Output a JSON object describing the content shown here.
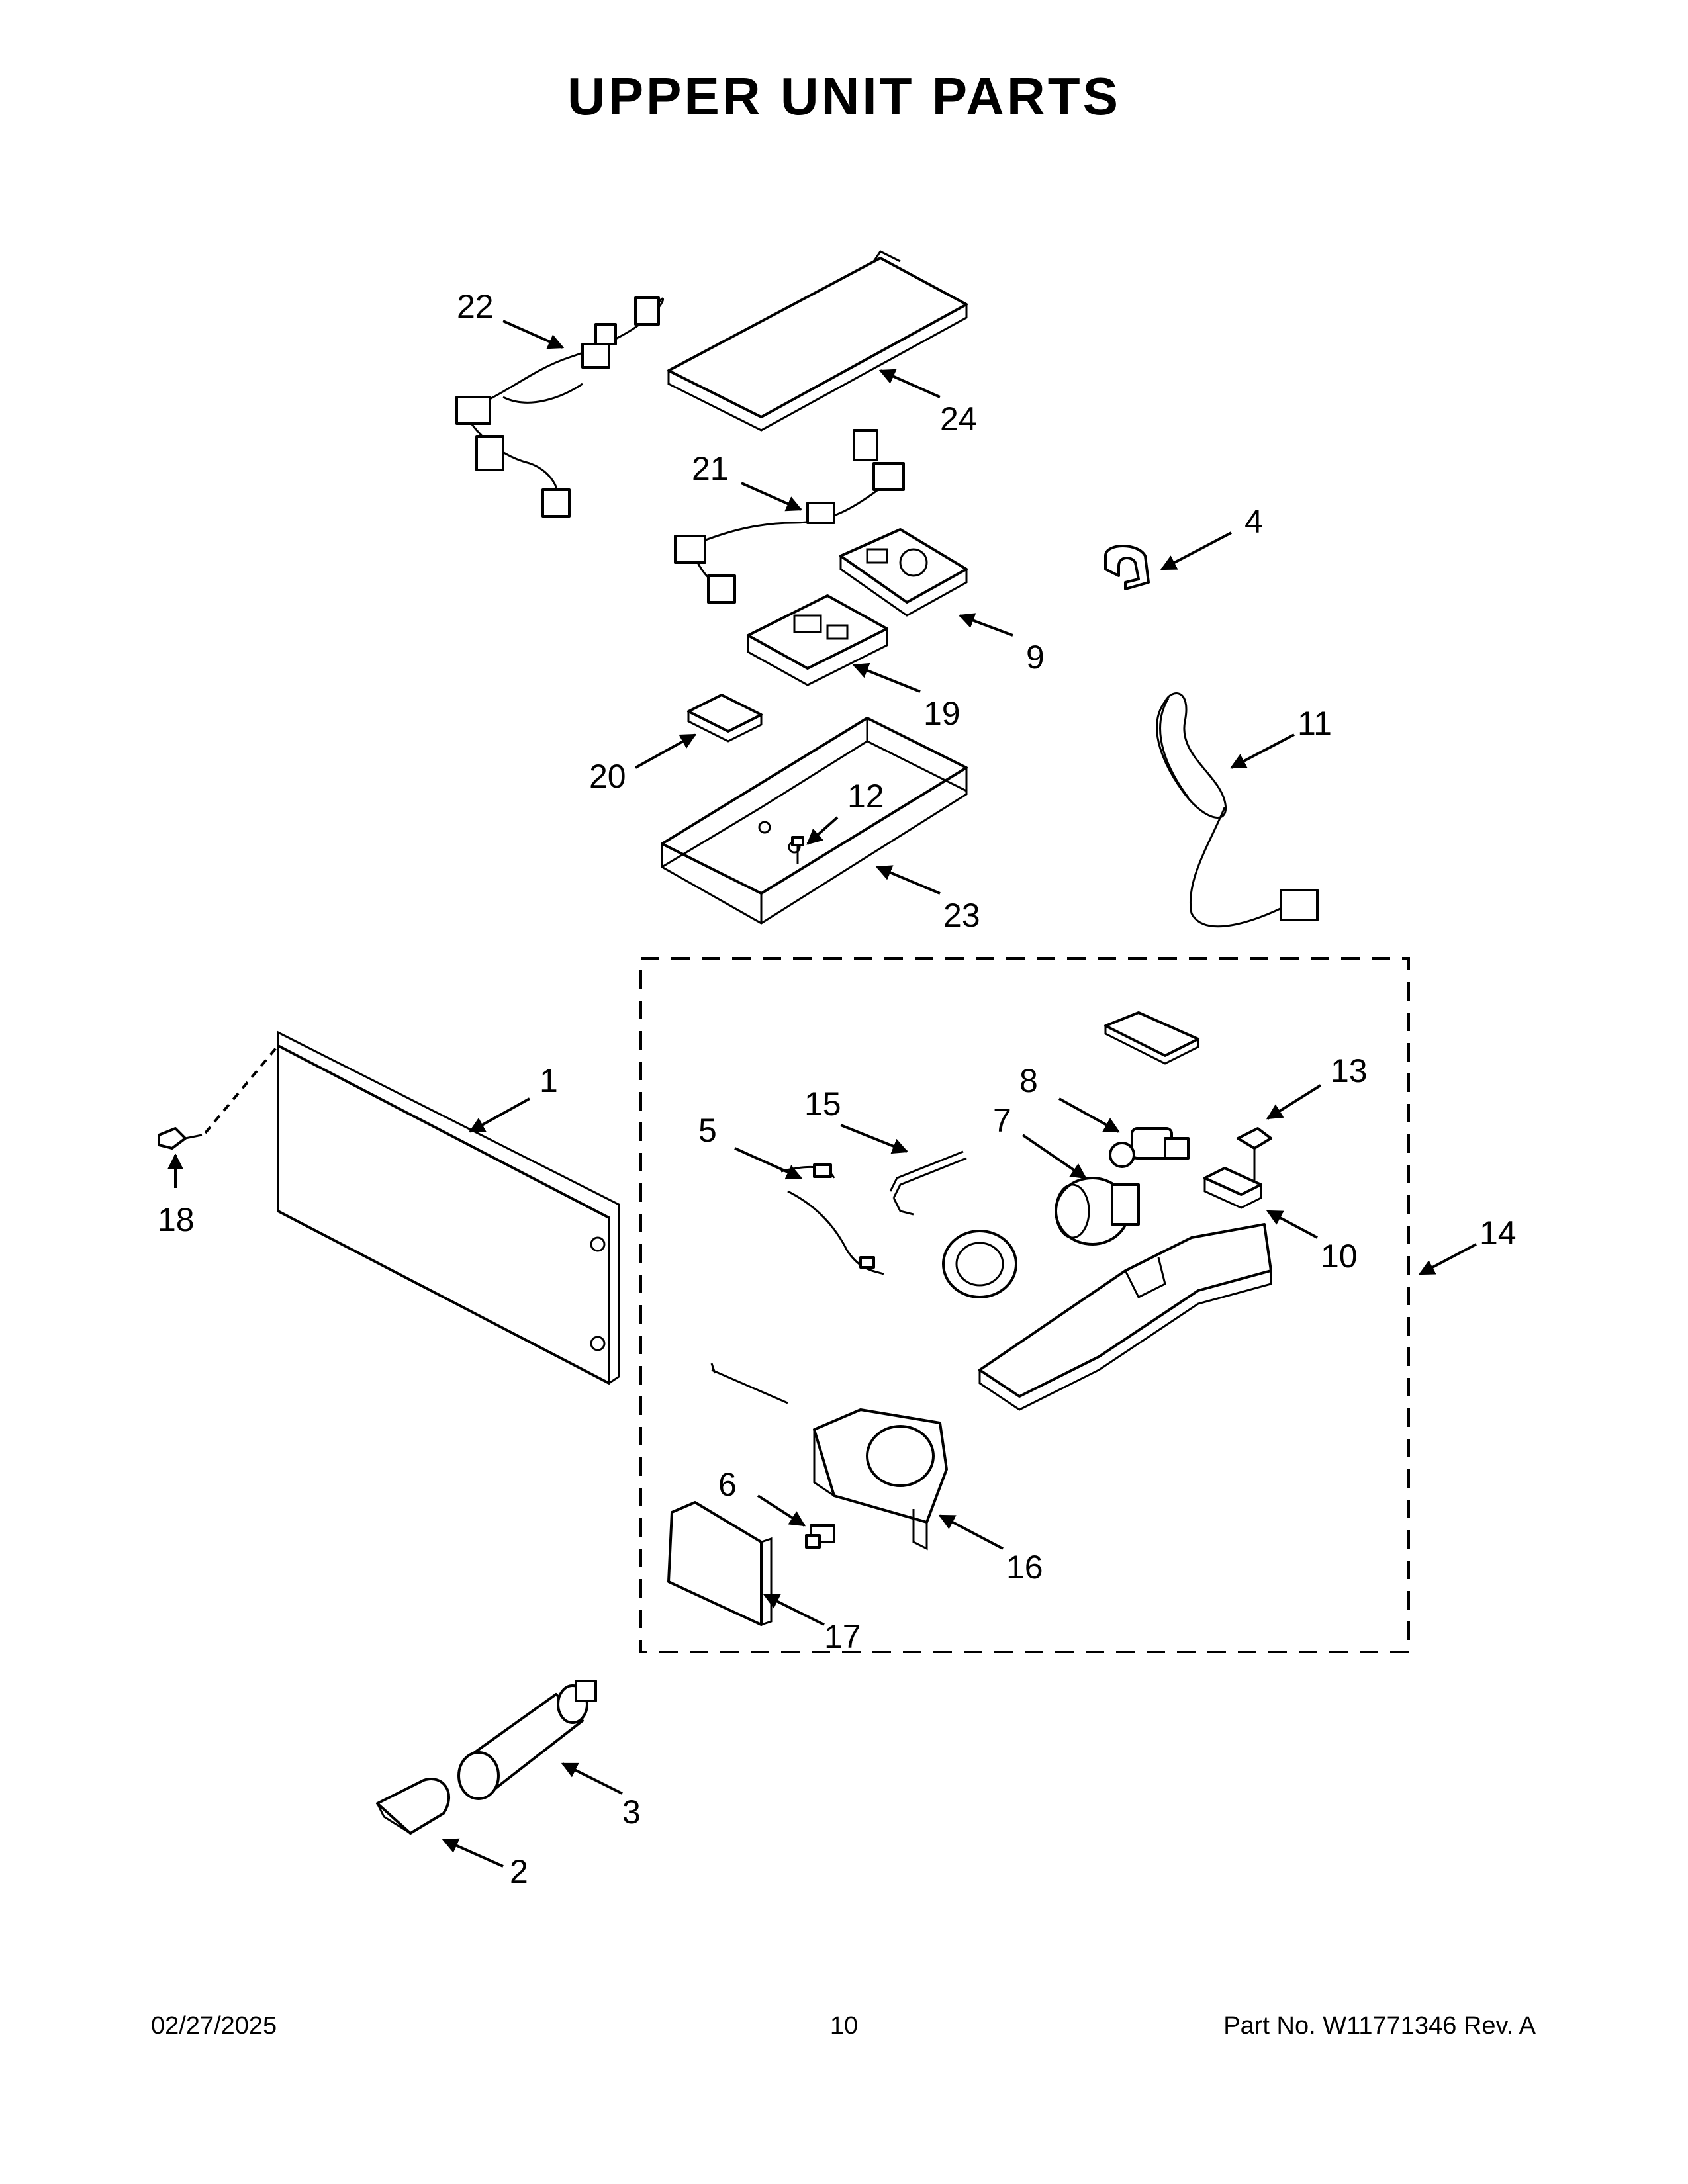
{
  "page": {
    "title": "UPPER UNIT PARTS",
    "footer": {
      "date": "02/27/2025",
      "page_number": "10",
      "part_number": "Part No.  W11771346  Rev.  A"
    }
  },
  "diagram": {
    "callouts": [
      "1",
      "2",
      "3",
      "4",
      "5",
      "6",
      "7",
      "8",
      "9",
      "10",
      "11",
      "12",
      "13",
      "14",
      "15",
      "16",
      "17",
      "18",
      "19",
      "20",
      "21",
      "22",
      "23",
      "24"
    ],
    "assembly_group": {
      "label": "14",
      "border_style": "dashed"
    }
  }
}
